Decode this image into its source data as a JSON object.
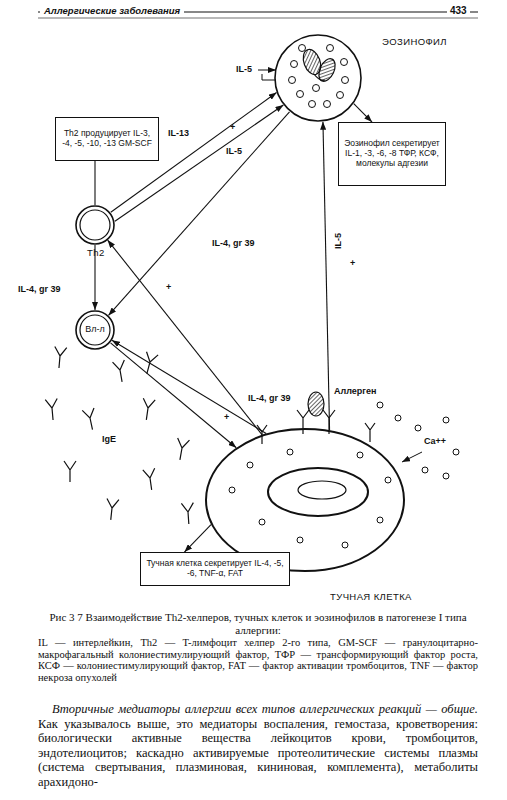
{
  "diagram": {
    "title": "Аллергические заболевания",
    "caption": "Рис 3 7 Взаимодействие Th2-хелперов, тучных клеток и эозинофилов в патогенезе I типа аллергии:",
    "nodes": [
      {
        "text": [
          "ЭОЗИНОФИЛ"
        ]
      },
      {
        "text": [
          "Th2 продуцирует IL-3, -4, -5, -10, -13 GM-SCF"
        ]
      },
      {
        "text": [
          "Эозинофил секретирует IL-1, -3, -6, -8 ТФР, КСФ, молекулы адгезии"
        ]
      },
      {
        "text": [
          "Th2"
        ]
      },
      {
        "text": [
          "Вл-л"
        ]
      },
      {
        "text": [
          "ТУЧНАЯ КЛЕТКА"
        ]
      },
      {
        "text": [
          "Тучная клетка секретирует IL-4, -5, -6, TNF-α, FAT"
        ]
      }
    ],
    "edges": [
      {
        "from": 3,
        "to": 1,
        "arrow": "none"
      },
      {
        "from": 3,
        "to": 0,
        "label": "IL-13",
        "arrow": "to"
      },
      {
        "from": 3,
        "to": 0,
        "label": "IL-5",
        "arrow": "to"
      },
      {
        "from": 3,
        "to": 4,
        "label": "IL-4, gr 39",
        "arrow": "to"
      },
      {
        "from": 0,
        "to": 4,
        "label": "IL-4, gr 39",
        "arrow": "to"
      },
      {
        "from": 0,
        "to": 2,
        "arrow": "to"
      },
      {
        "from": 5,
        "to": 3,
        "arrow": "to"
      },
      {
        "from": 4,
        "to": 5,
        "arrow": "to"
      },
      {
        "from": 5,
        "to": 4,
        "label": "IL-4, gr 39",
        "arrow": "to"
      },
      {
        "from": 5,
        "to": 0,
        "label": "IL-5",
        "arrow": "to"
      },
      {
        "from": 5,
        "to": 6,
        "arrow": "to"
      }
    ],
    "labels": [
      "433",
      "IL-5",
      "+",
      "+",
      "+",
      "+",
      "Аллерген",
      "Ca++",
      "IgE",
      "IL — интерлейкин, Th2 — T-лимфоцит хелпер 2-го типа, GM-SCF — гранулоцитарно-макрофагальный колониестимулирующий фактор, ТФР — трансформирующий фактор роста, КСФ — колониестимулирующий фактор, FAT — фактор активации тромбоцитов, TNF — фактор некроза опухолей",
      "Вторичные медиаторы аллергии всех типов аллергических реакций — общие.",
      "Как указывалось выше, это медиаторы воспаления, гемостаза, кроветворения: биологически активные вещества лейкоцитов крови, тромбоцитов, эндотелиоцитов; каскадно активируемые протеолитические системы плазмы (система свертывания, плазминовая, кининовая, комплемента), метаболиты арахидоно-"
    ]
  }
}
